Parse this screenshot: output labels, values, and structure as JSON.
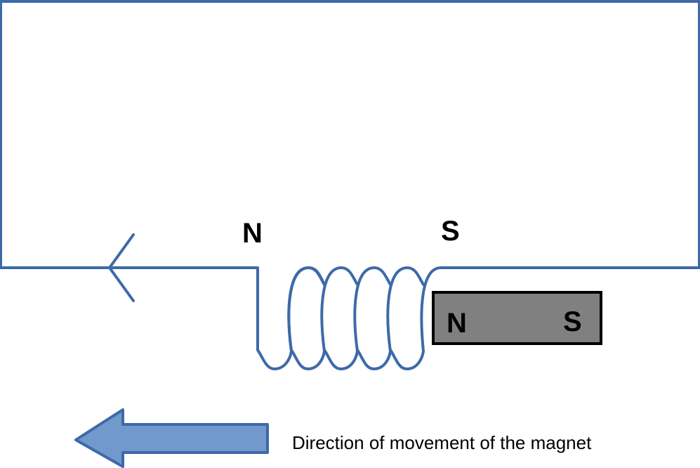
{
  "colors": {
    "wire": "#3d6aa8",
    "magnet_fill": "#808080",
    "magnet_stroke": "#000000",
    "arrow_fill": "#7199cc",
    "arrow_stroke": "#3d6aa8"
  },
  "coil": {
    "north_label": "N",
    "south_label": "S"
  },
  "magnet": {
    "north_label": "N",
    "south_label": "S"
  },
  "caption": "Direction of movement of the magnet"
}
